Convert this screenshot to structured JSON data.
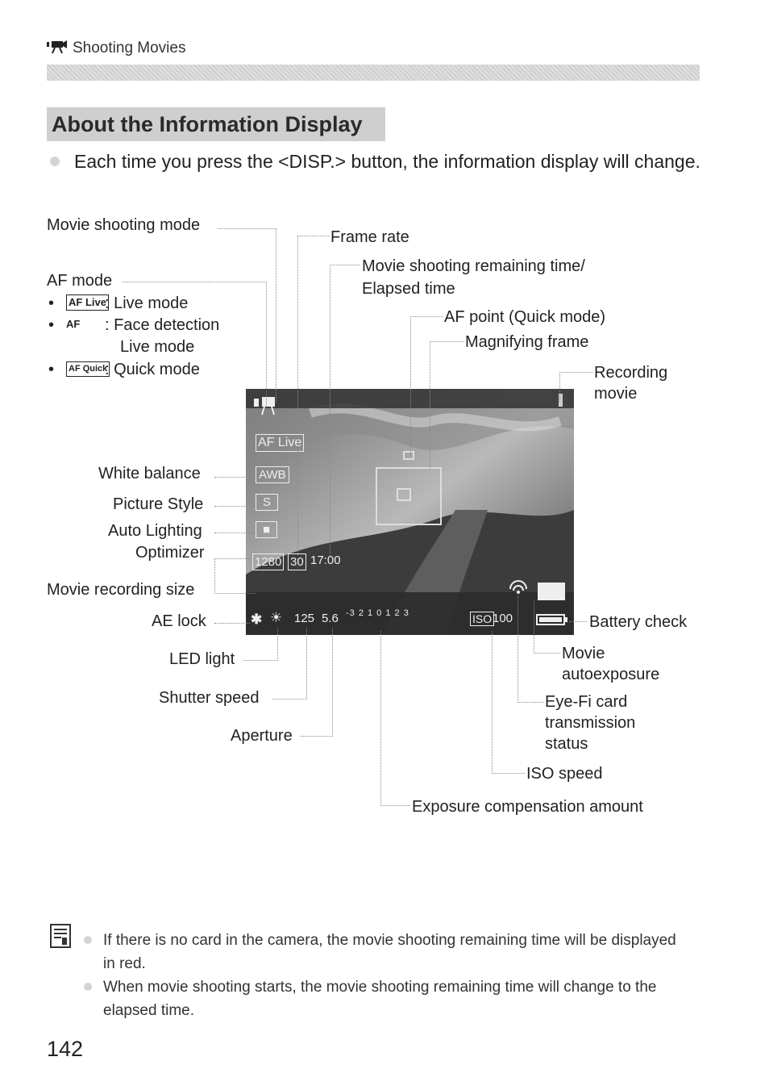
{
  "header": {
    "section": "Shooting Movies",
    "icon": "movie-camera-icon"
  },
  "section_title": "About the Information Display",
  "intro": "Each time you press the <DISP.> button, the information display will change.",
  "labels": {
    "movie_shooting_mode": "Movie shooting mode",
    "af_mode": "AF mode",
    "af_live_icon": "AF Live",
    "af_live": ": Live mode",
    "af_face_icon": "AF",
    "af_face_line1": ": Face detection",
    "af_face_line2": "Live mode",
    "af_quick_icon": "AF Quick",
    "af_quick": ": Quick mode",
    "frame_rate": "Frame rate",
    "remaining_time_line1": "Movie shooting remaining time/",
    "remaining_time_line2": "Elapsed time",
    "af_point": "AF point (Quick mode)",
    "magnifying_frame": "Magnifying frame",
    "recording_line1": "Recording",
    "recording_line2": "movie",
    "white_balance": "White balance",
    "picture_style": "Picture Style",
    "auto_lighting_line1": "Auto Lighting",
    "auto_lighting_line2": "Optimizer",
    "movie_recording_size": "Movie recording size",
    "ae_lock": "AE lock",
    "led_light": "LED light",
    "shutter_speed": "Shutter speed",
    "aperture": "Aperture",
    "battery_check": "Battery check",
    "movie_ae_line1": "Movie",
    "movie_ae_line2": "autoexposure",
    "eyefi_line1": "Eye-Fi card",
    "eyefi_line2": "transmission",
    "eyefi_line3": "status",
    "iso_speed": "ISO speed",
    "exposure_comp": "Exposure compensation amount"
  },
  "screen": {
    "af_mode": "AF Live",
    "white_balance": "AWB",
    "picture_style": "S",
    "recording_size": "1280",
    "frame_rate": "30",
    "remaining_time": "17:00",
    "shutter_speed": "125",
    "aperture": "5.6",
    "exposure_scale": "-3 2 1 0 1 2 3",
    "iso_label": "ISO",
    "iso_value": "100"
  },
  "notes": {
    "icon": "memo-icon",
    "items": [
      "If there is no card in the camera, the movie shooting remaining time will be displayed in red.",
      "When movie shooting starts, the movie shooting remaining time will change to the elapsed time."
    ]
  },
  "page_number": "142"
}
